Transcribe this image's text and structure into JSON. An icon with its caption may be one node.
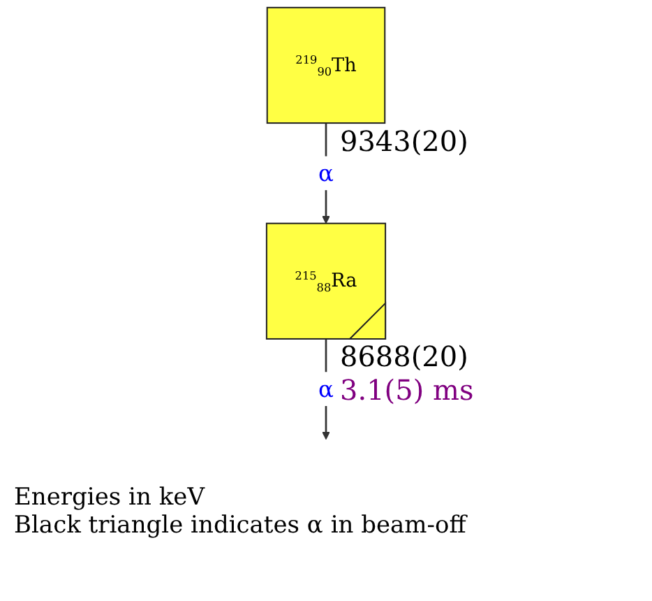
{
  "diagram": {
    "nodes": [
      {
        "text": [
          "$^{219}$$_{90}$Th"
        ],
        "beside": [
          "9343(20)"
        ]
      },
      {
        "text": [
          "$^{215}$$_{88}$Ra"
        ],
        "beside": [
          "8688(20)",
          "3.1(5) ms"
        ]
      }
    ],
    "edges": [
      {
        "from": 0,
        "to": 1,
        "arrow": "to",
        "label": "α"
      },
      {
        "from": 1,
        "to": null,
        "arrow": "to",
        "label": "α"
      }
    ],
    "labels": [
      "Energies in keV",
      "Black triangle indicates α in beam-off"
    ]
  }
}
